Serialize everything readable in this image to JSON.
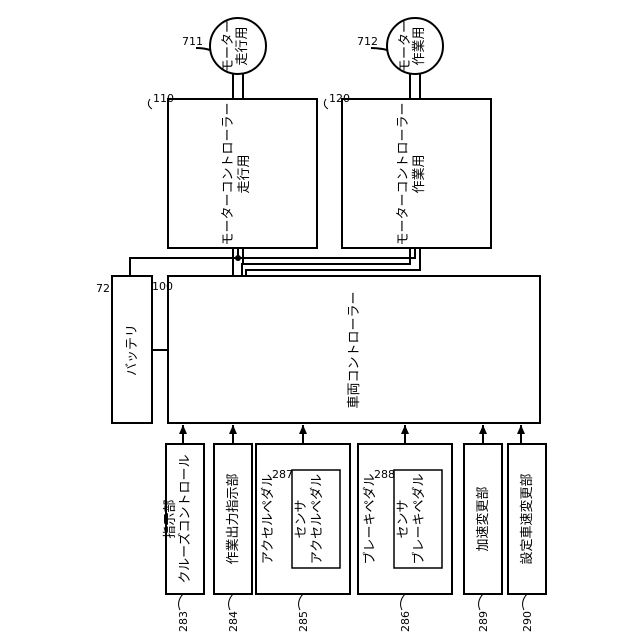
{
  "motors": {
    "travel": {
      "ref": "711",
      "label": [
        "走行用",
        "モーター"
      ]
    },
    "work": {
      "ref": "712",
      "label": [
        "作業用",
        "モーター"
      ]
    }
  },
  "controllers": {
    "travel": {
      "ref": "110",
      "label": [
        "走行用",
        "モーターコントローラー"
      ]
    },
    "work": {
      "ref": "120",
      "label": [
        "作業用",
        "モーターコントローラー"
      ]
    }
  },
  "battery": {
    "ref": "72",
    "label": "バッテリ"
  },
  "vehicle_controller": {
    "ref": "100",
    "label": "車両コントローラー"
  },
  "inputs": [
    {
      "ref": "283",
      "label": [
        "クルーズコントロール",
        "指示部"
      ]
    },
    {
      "ref": "284",
      "label": [
        "作業出力指示部"
      ]
    },
    {
      "ref": "285",
      "label": [
        "アクセルペダル"
      ],
      "sensor": {
        "ref": "287",
        "label": [
          "アクセルペダル",
          "センサ"
        ]
      }
    },
    {
      "ref": "286",
      "label": [
        "ブレーキペダル"
      ],
      "sensor": {
        "ref": "288",
        "label": [
          "ブレーキペダル",
          "センサ"
        ]
      }
    },
    {
      "ref": "289",
      "label": [
        "加速変更部"
      ]
    },
    {
      "ref": "290",
      "label": [
        "設定車速変更部"
      ]
    }
  ]
}
